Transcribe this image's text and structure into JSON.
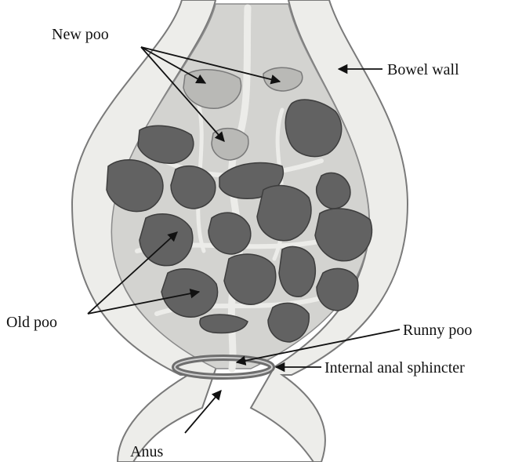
{
  "labels": {
    "new_poo": "New poo",
    "bowel_wall": "Bowel wall",
    "old_poo": "Old poo",
    "runny_poo": "Runny poo",
    "sphincter": "Internal anal sphincter",
    "anus": "Anus"
  },
  "colors": {
    "background": "#ffffff",
    "wall_fill": "#ededea",
    "wall_stroke": "#7a7a7a",
    "cavity": "#d3d3d0",
    "channel": "#ecece9",
    "old_poo": "#626262",
    "new_poo": "#b9b9b6",
    "sphincter": "#6e6e6e",
    "arrow": "#111111"
  }
}
